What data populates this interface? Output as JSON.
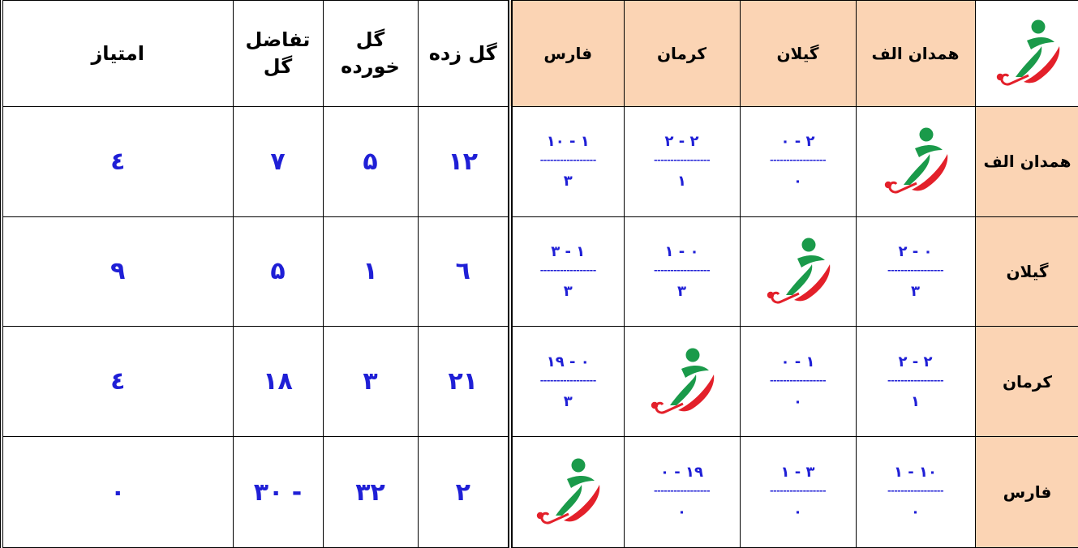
{
  "header": {
    "teams": [
      "همدان الف",
      "گیلان",
      "کرمان",
      "فارس"
    ],
    "stats": [
      {
        "lines": [
          "گل زده"
        ]
      },
      {
        "lines": [
          "گل",
          "خورده"
        ]
      },
      {
        "lines": [
          "تفاضل",
          "گل"
        ]
      },
      {
        "lines": [
          "امتیاز"
        ]
      }
    ]
  },
  "dash_line": "-----------------",
  "rows": [
    {
      "team": "همدان الف",
      "cells": [
        {
          "self": true
        },
        {
          "score": "۰ - ۲",
          "points": "۰"
        },
        {
          "score": "۲ - ۲",
          "points": "۱"
        },
        {
          "score": "۱۰ - ۱",
          "points": "۳"
        }
      ],
      "stats": [
        "۱۲",
        "۵",
        "۷",
        "٤"
      ]
    },
    {
      "team": "گیلان",
      "cells": [
        {
          "score": "۲ - ۰",
          "points": "۳"
        },
        {
          "self": true
        },
        {
          "score": "۱ - ۰",
          "points": "۳"
        },
        {
          "score": "۳ - ۱",
          "points": "۳"
        }
      ],
      "stats": [
        "٦",
        "۱",
        "۵",
        "۹"
      ]
    },
    {
      "team": "کرمان",
      "cells": [
        {
          "score": "۲ - ۲",
          "points": "۱"
        },
        {
          "score": "۰ - ۱",
          "points": "۰"
        },
        {
          "self": true
        },
        {
          "score": "۱۹ - ۰",
          "points": "۳"
        }
      ],
      "stats": [
        "۲۱",
        "۳",
        "۱۸",
        "٤"
      ]
    },
    {
      "team": "فارس",
      "cells": [
        {
          "score": "۱ - ۱۰",
          "points": "۰"
        },
        {
          "score": "۱ - ۳",
          "points": "۰"
        },
        {
          "score": "۰ - ۱۹",
          "points": "۰"
        },
        {
          "self": true
        }
      ],
      "stats": [
        "۲",
        "۳۲",
        "۳۰ -",
        "۰"
      ]
    }
  ],
  "colors": {
    "accent_peach": "#fbd4b4",
    "values_blue": "#1f1fd6",
    "logo_green": "#1a9a4a",
    "logo_red": "#e3202a"
  },
  "logo_icon": "hockey-player-logo-icon"
}
